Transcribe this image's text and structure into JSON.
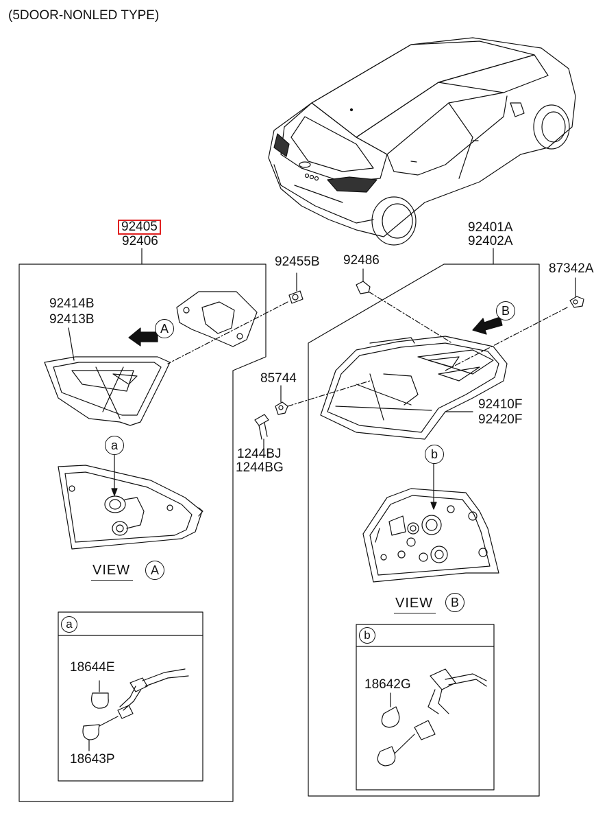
{
  "title": "(5DOOR-NONLED TYPE)",
  "highlight_color": "#e02020",
  "parts": {
    "p92405": "92405",
    "p92406": "92406",
    "p92414B": "92414B",
    "p92413B": "92413B",
    "p92455B": "92455B",
    "p92486": "92486",
    "p92401A": "92401A",
    "p92402A": "92402A",
    "p87342A": "87342A",
    "p85744": "85744",
    "p1244BJ": "1244BJ",
    "p1244BG": "1244BG",
    "p92410F": "92410F",
    "p92420F": "92420F",
    "p18644E": "18644E",
    "p18643P": "18643P",
    "p18642G": "18642G"
  },
  "markers": {
    "A": "A",
    "B": "B",
    "a": "a",
    "b": "b"
  },
  "views": {
    "view_word": "VIEW"
  }
}
